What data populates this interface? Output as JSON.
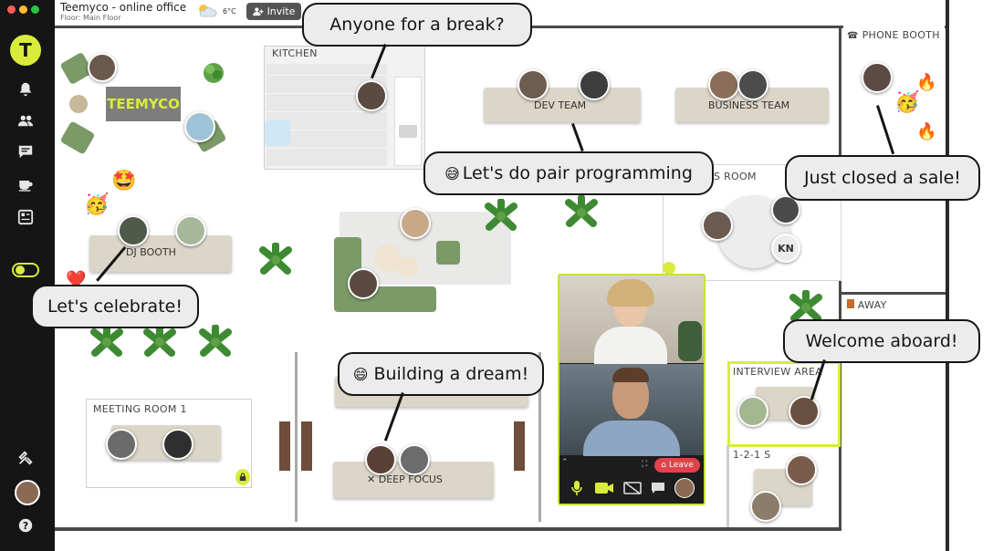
{
  "window": {
    "title": "Teemyco - online office",
    "floor": "Floor: Main Floor",
    "weather": "6°C",
    "invite_label": "Invite"
  },
  "sidebar": {
    "logo_letter": "T",
    "icons": [
      "bell-icon",
      "people-icon",
      "chat-icon",
      "coffee-icon",
      "board-icon",
      "toggle-icon",
      "tools-icon",
      "profile-avatar",
      "help-icon"
    ]
  },
  "rooms": {
    "kitchen": "KITCHEN",
    "phone_booth": "PHONE BOOTH",
    "away": "AWAY",
    "s_room": "S ROOM",
    "interview": "INTERVIEW AREA",
    "one_two_one": "1-2-1 S",
    "meeting_room": "MEETING ROOM 1"
  },
  "brand_sign": "TEEMYCO",
  "desks": {
    "dev_team": "DEV TEAM",
    "business_team": "BUSINESS TEAM",
    "dj_booth": "DJ BOOTH",
    "deep_focus": "DEEP FOCUS"
  },
  "bubbles": {
    "break": "Anyone for a break?",
    "pair": "Let's do pair programming",
    "sale": "Just closed a sale!",
    "celebrate": "Let's celebrate!",
    "dream": "Building a dream!",
    "welcome": "Welcome aboard!"
  },
  "video_call": {
    "leave_label": "Leave"
  },
  "avatar_initials": "KN",
  "colors": {
    "accent": "#d9ec3b",
    "sidebar": "#151515",
    "leave": "#e5414a"
  }
}
